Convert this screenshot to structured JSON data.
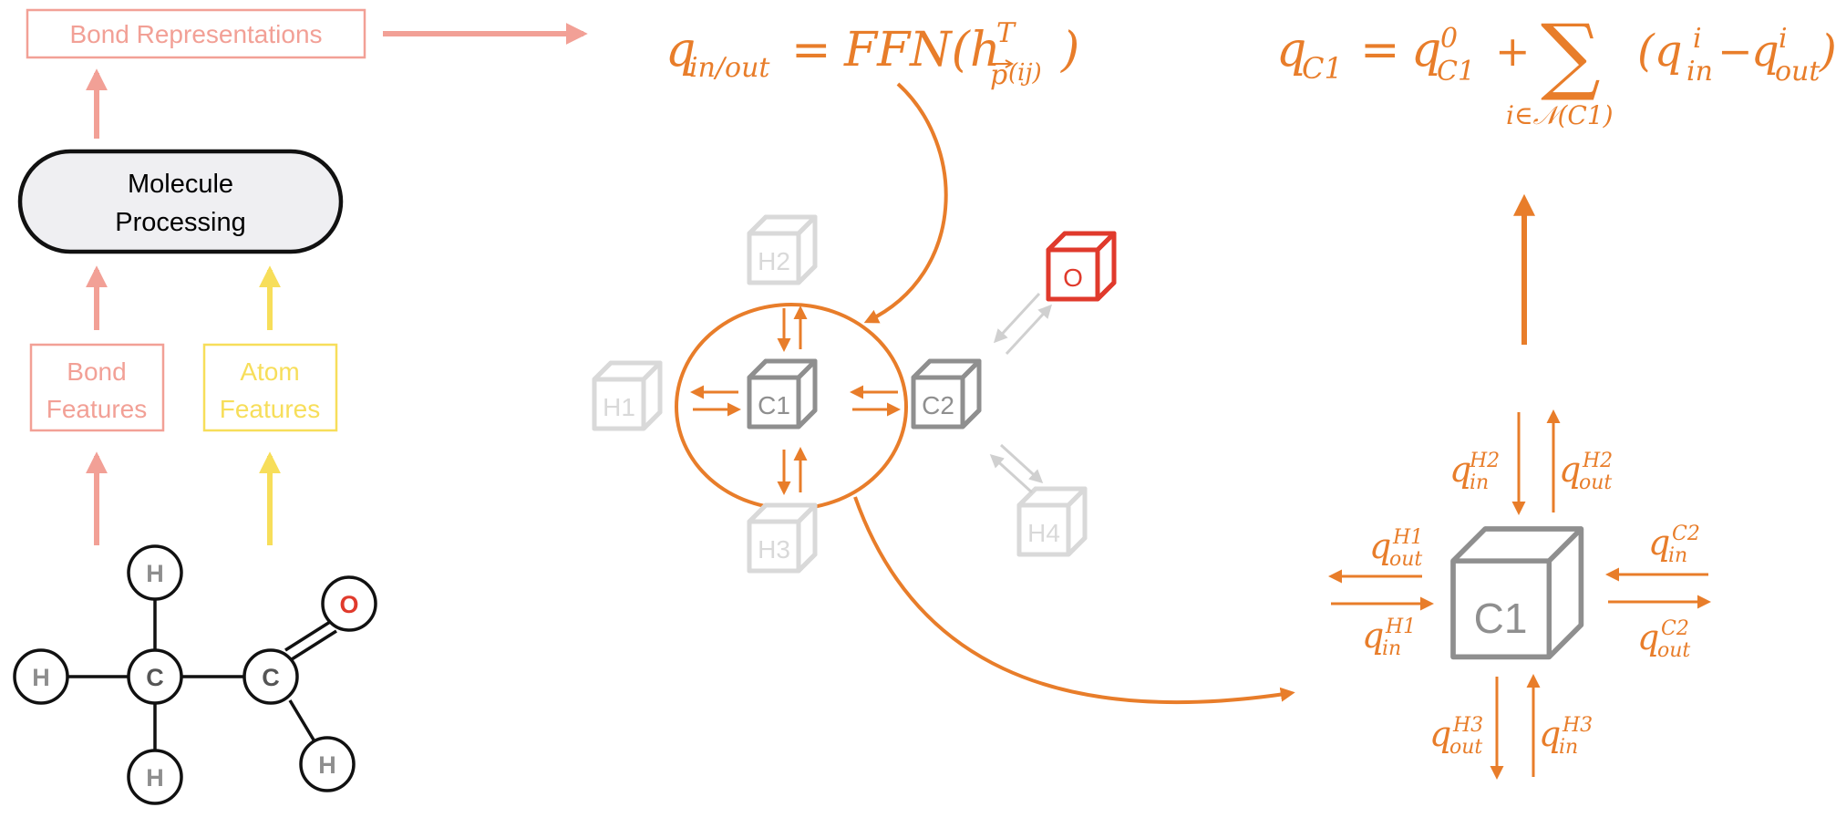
{
  "colors": {
    "bond": "#f2a096",
    "atom": "#f7de5a",
    "orange": "#e87d2a",
    "oxygen": "#e03a2c",
    "grey_cube": "#8f8f8f",
    "faded_cube": "#d9d9d9",
    "black": "#111111"
  },
  "pipeline": {
    "bond_representations": "Bond Representations",
    "molecule_processing_line1": "Molecule",
    "molecule_processing_line2": "Processing",
    "bond_features_line1": "Bond",
    "bond_features_line2": "Features",
    "atom_features_line1": "Atom",
    "atom_features_line2": "Features"
  },
  "molecule": {
    "atoms": [
      "H",
      "C",
      "C",
      "O",
      "H",
      "H",
      "H"
    ]
  },
  "graph": {
    "nodes": [
      "H2",
      "O",
      "H1",
      "C1",
      "C2",
      "H3",
      "H4"
    ]
  },
  "formulas": {
    "ffn": {
      "q": "q",
      "sub": "in/out",
      "eq": "=",
      "func": "FFN(h",
      "sup": "T",
      "arrow_sub": "p",
      "paren": "(ij)",
      "close": ")"
    },
    "sum": {
      "q": "q",
      "sub_c1": "C1",
      "eq": "=",
      "q0": "q",
      "sup0": "0",
      "sub0": "C1",
      "plus": "+",
      "sigma": "∑",
      "sum_index": "i∈𝒩(C1)",
      "open": "(q",
      "sup_i1": "i",
      "sub_in": "in",
      "minus": "−",
      "q2": "q",
      "sup_i2": "i",
      "sub_out": "out",
      "close": ")"
    }
  },
  "detail": {
    "center": "C1",
    "q": "q",
    "labels": {
      "h2_in": {
        "sub": "in",
        "sup": "H2"
      },
      "h2_out": {
        "sub": "out",
        "sup": "H2"
      },
      "h1_out": {
        "sub": "out",
        "sup": "H1"
      },
      "h1_in": {
        "sub": "in",
        "sup": "H1"
      },
      "c2_in": {
        "sub": "in",
        "sup": "C2"
      },
      "c2_out": {
        "sub": "out",
        "sup": "C2"
      },
      "h3_out": {
        "sub": "out",
        "sup": "H3"
      },
      "h3_in": {
        "sub": "in",
        "sup": "H3"
      }
    }
  }
}
